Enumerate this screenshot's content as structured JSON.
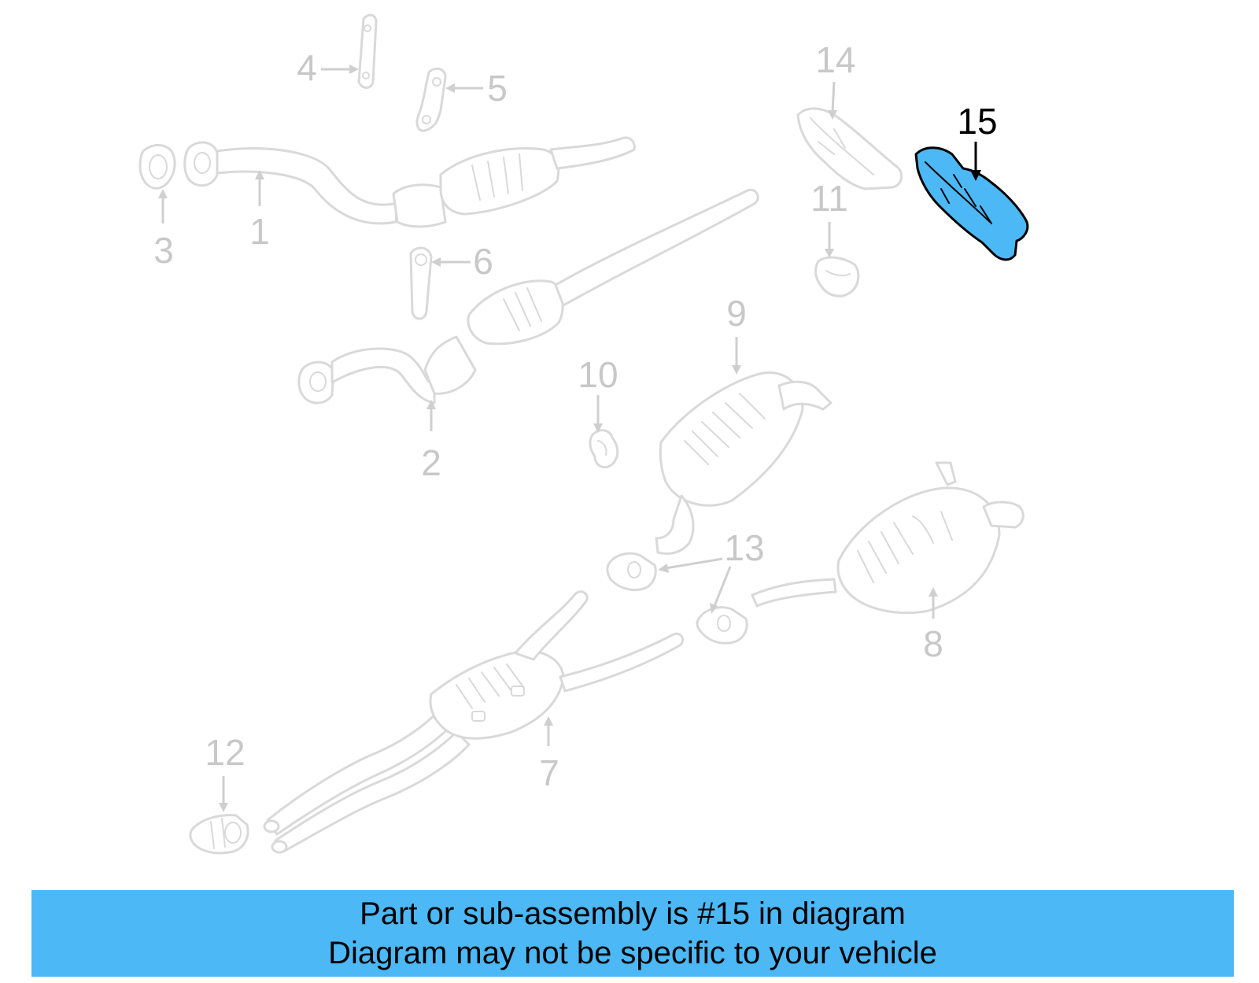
{
  "diagram": {
    "callouts": [
      {
        "id": "1",
        "label": "1"
      },
      {
        "id": "2",
        "label": "2"
      },
      {
        "id": "3",
        "label": "3"
      },
      {
        "id": "4",
        "label": "4"
      },
      {
        "id": "5",
        "label": "5"
      },
      {
        "id": "6",
        "label": "6"
      },
      {
        "id": "7",
        "label": "7"
      },
      {
        "id": "8",
        "label": "8"
      },
      {
        "id": "9",
        "label": "9"
      },
      {
        "id": "10",
        "label": "10"
      },
      {
        "id": "11",
        "label": "11"
      },
      {
        "id": "12",
        "label": "12"
      },
      {
        "id": "13",
        "label": "13"
      },
      {
        "id": "14",
        "label": "14"
      },
      {
        "id": "15",
        "label": "15"
      }
    ],
    "highlighted_part": "15",
    "highlight_color": "#4cb8f5",
    "part_outline_color": "#d9d9d9",
    "callout_color": "#c8c8c8"
  },
  "banner": {
    "line1": "Part or sub-assembly is #15 in diagram",
    "line2": "Diagram may not be specific to your vehicle",
    "background": "#4cb8f5"
  }
}
